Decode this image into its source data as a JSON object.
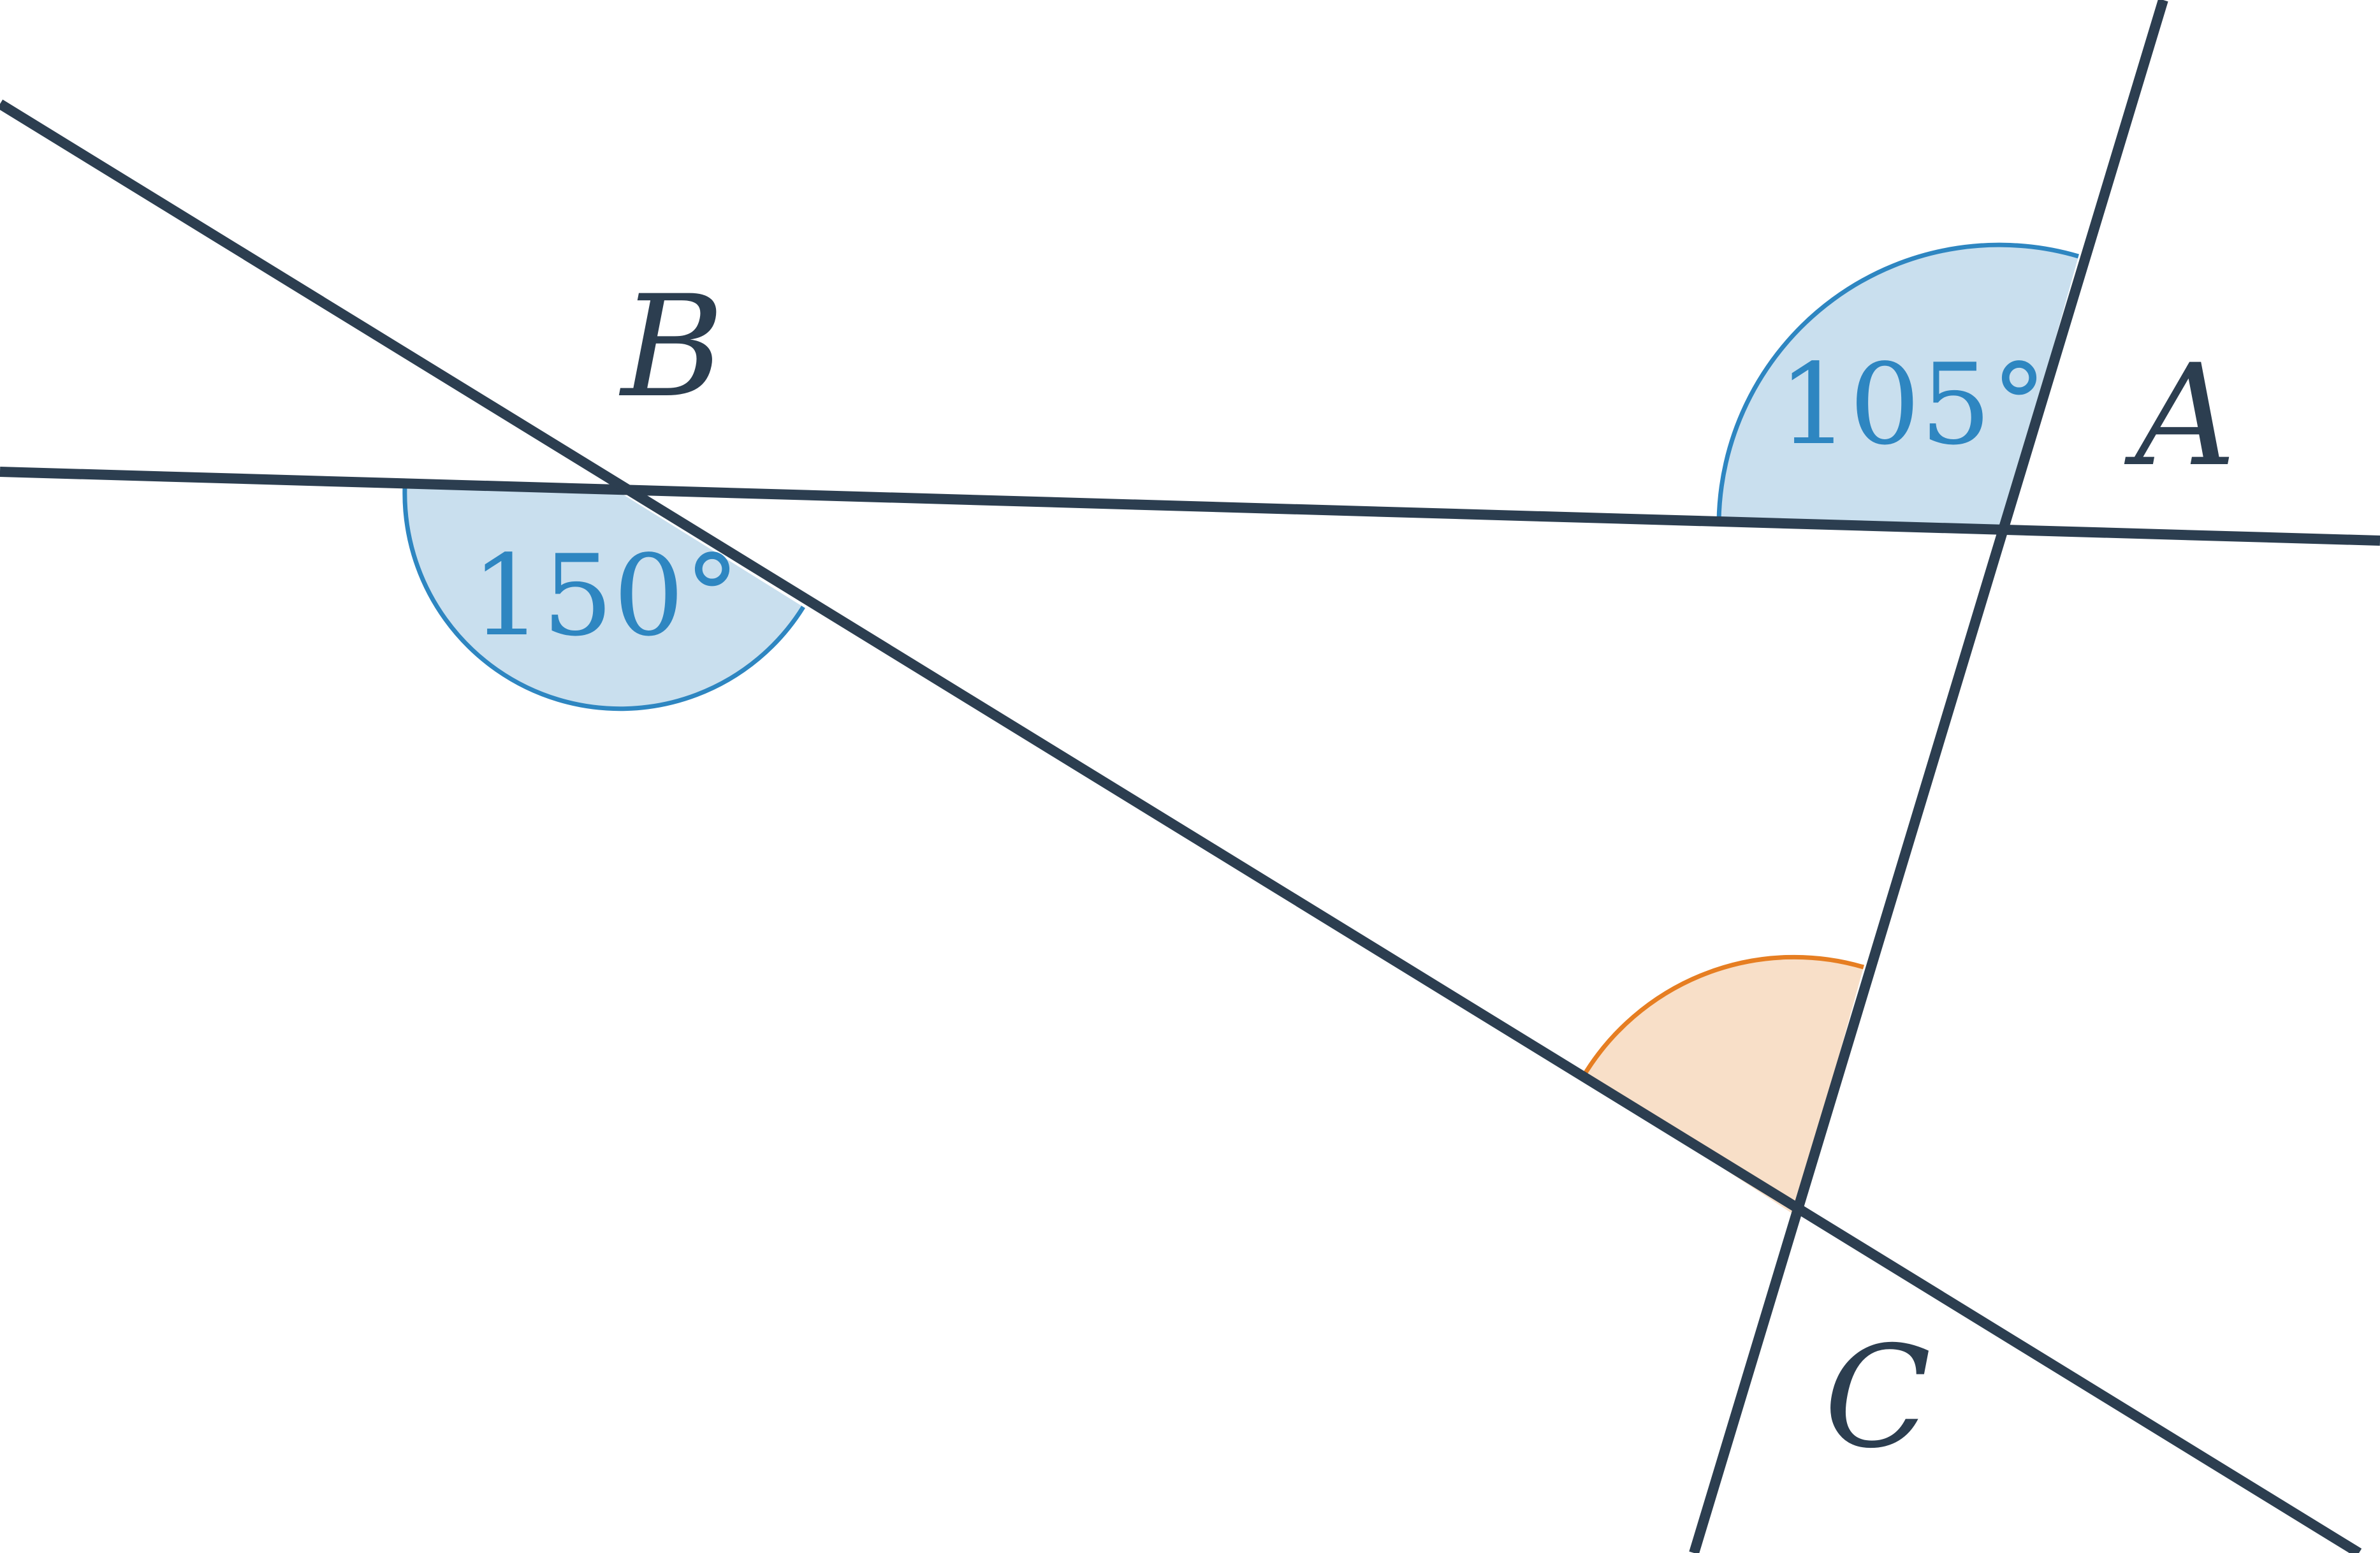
{
  "colors": {
    "line": "#2c3e50",
    "blue_stroke": "#2e86c1",
    "blue_fill": "#c9dfee",
    "orange_stroke": "#e67e22",
    "orange_fill": "#f8dfc8",
    "background": "#ffffff"
  },
  "points": {
    "A": "A",
    "B": "B",
    "C": "C"
  },
  "angles": {
    "angle_at_A": {
      "value_text": "105°",
      "color": "blue"
    },
    "angle_at_B": {
      "value_text": "150°",
      "color": "blue"
    },
    "angle_at_C": {
      "value_text": "",
      "color": "orange"
    }
  }
}
